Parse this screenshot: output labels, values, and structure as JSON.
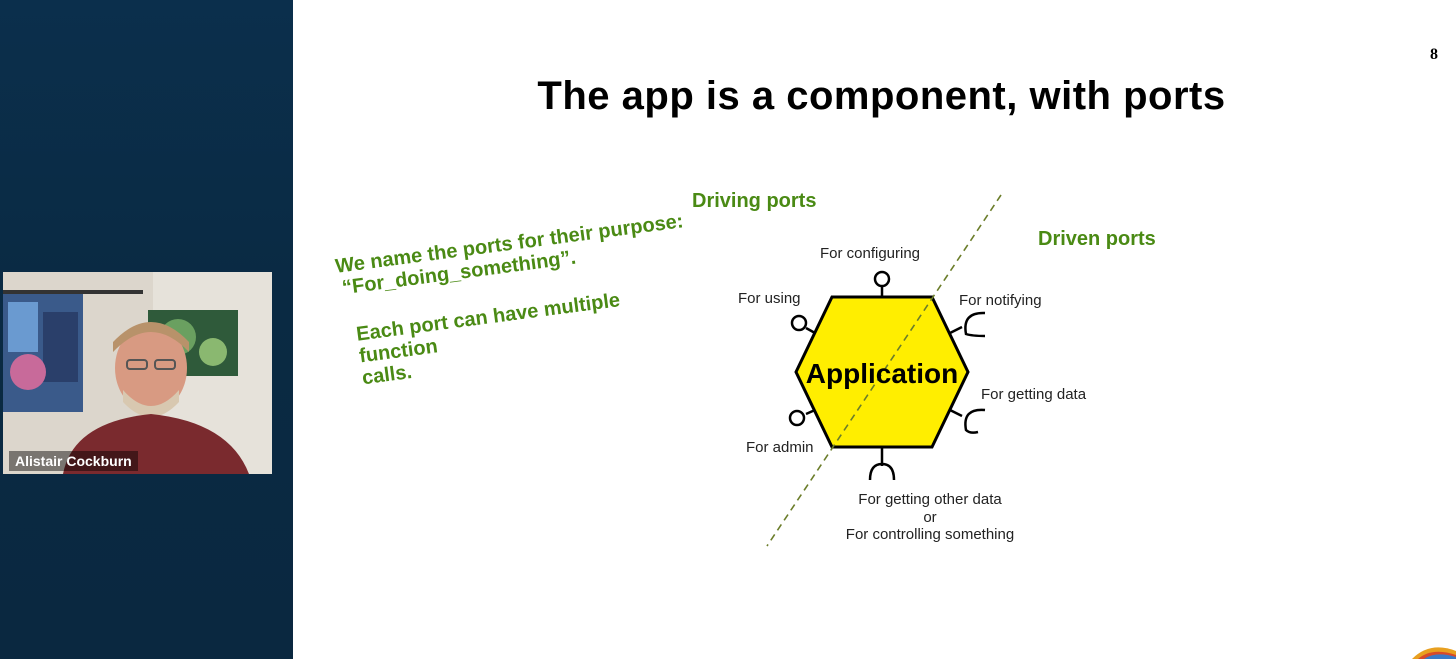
{
  "participant": {
    "name": "Alistair Cockburn"
  },
  "slide": {
    "number": "8",
    "title": "The app is a component, with ports",
    "note_lines": [
      "We name the ports for their purpose:",
      "“For_doing_something”."
    ],
    "note2_lines": [
      "Each port can have multiple function",
      "calls."
    ],
    "diagram": {
      "driving_label": "Driving ports",
      "driven_label": "Driven ports",
      "center_label": "Application",
      "ports": {
        "configuring": "For configuring",
        "using": "For using",
        "notifying": "For notifying",
        "getting_data": "For getting data",
        "admin": "For admin",
        "other_data_1": "For getting other data",
        "other_data_2": "or",
        "other_data_3": "For controlling something"
      }
    }
  },
  "colors": {
    "left_panel": "#0b2f4c",
    "accent_green": "#4a8a14",
    "hexagon_fill": "#ffee00",
    "divider_line": "#6b7d2a"
  }
}
